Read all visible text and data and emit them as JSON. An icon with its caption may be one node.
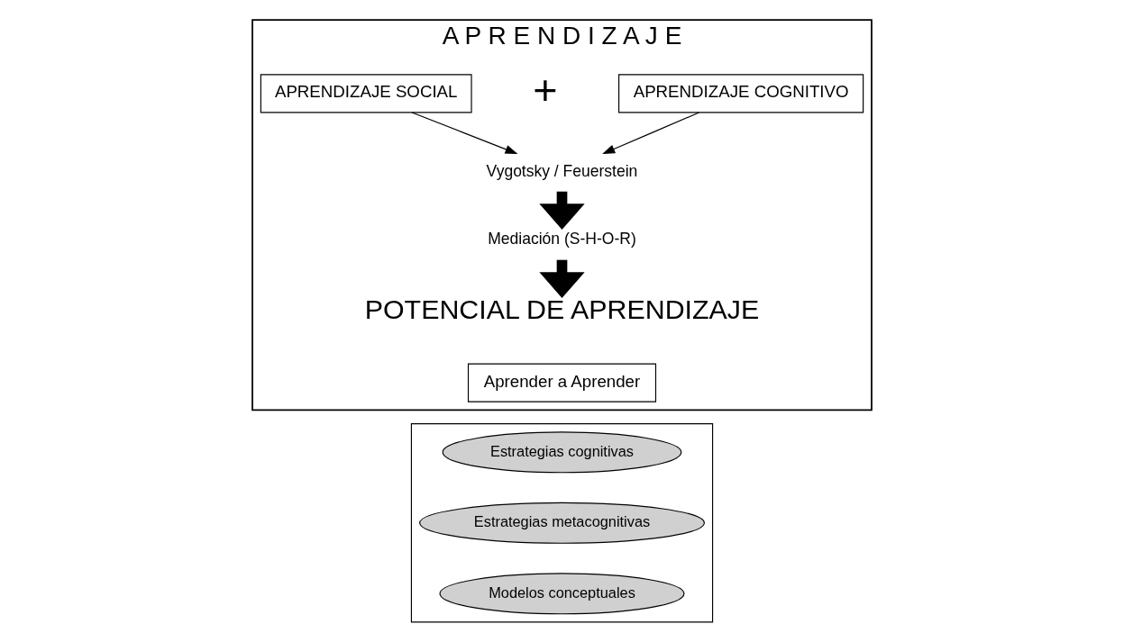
{
  "diagram": {
    "nodes": [
      {
        "text": [
          "A P R E N D I Z A J E"
        ]
      },
      {
        "text": [
          "APRENDIZAJE SOCIAL"
        ],
        "in": 0
      },
      {
        "text": [
          "APRENDIZAJE COGNITIVO"
        ],
        "in": 0
      },
      {
        "text": [
          "Vygotsky / Feuerstein"
        ],
        "in": 0
      },
      {
        "text": [
          "Mediación (S-H-O-R)"
        ],
        "in": 0
      },
      {
        "text": [
          "POTENCIAL DE APRENDIZAJE"
        ],
        "in": 0
      },
      {
        "text": [
          "Aprender a Aprender"
        ],
        "in": 0
      },
      {
        "text": [],
        "shape": "box"
      },
      {
        "text": [
          "Estrategias cognitivas"
        ],
        "in": 7
      },
      {
        "text": [
          "Estrategias metacognitivas"
        ],
        "in": 7
      },
      {
        "text": [
          "Modelos conceptuales"
        ],
        "in": 7
      }
    ],
    "edges": [
      {
        "from": 1,
        "to": 3,
        "arrow": "to"
      },
      {
        "from": 2,
        "to": 3,
        "arrow": "to"
      },
      {
        "from": 3,
        "to": 4,
        "arrow": "to",
        "style": "thick"
      },
      {
        "from": 4,
        "to": 5,
        "arrow": "to",
        "style": "thick"
      }
    ],
    "labels": [
      "+"
    ]
  }
}
